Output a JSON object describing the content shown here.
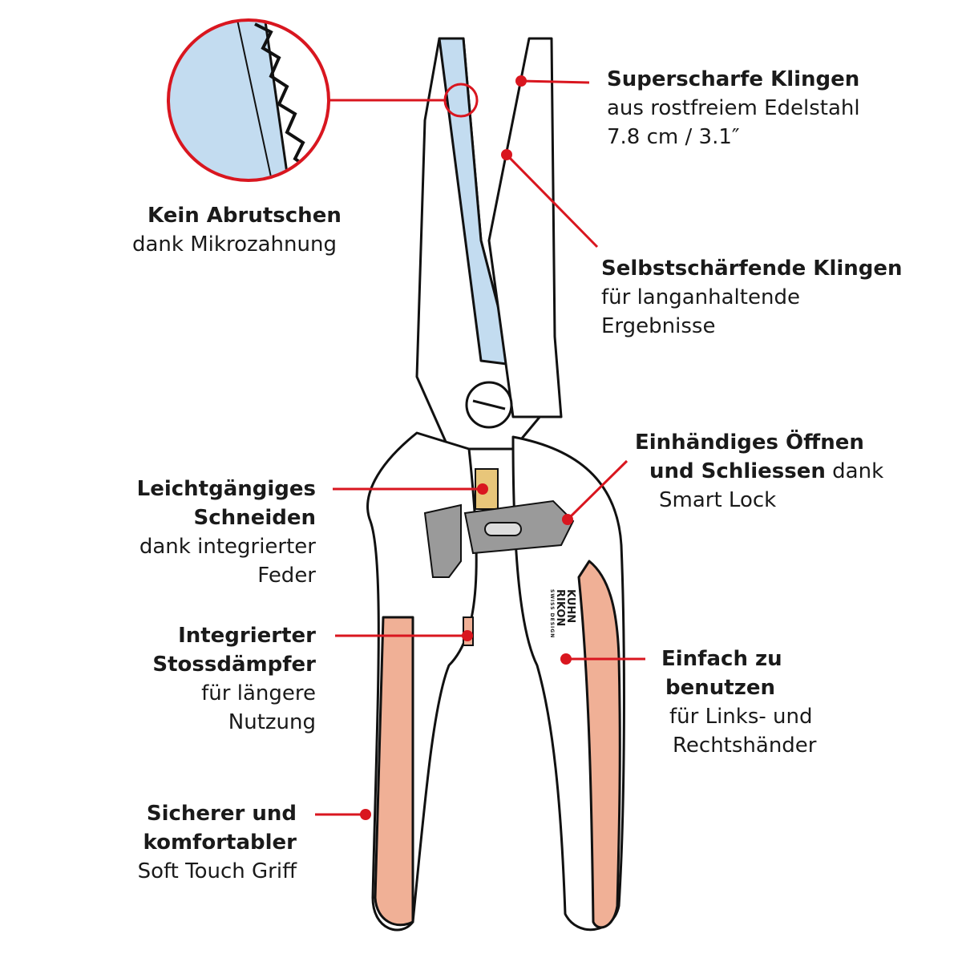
{
  "colors": {
    "accent": "#d9161f",
    "blade_blue": "#c3dcf0",
    "grip": "#f0b096",
    "spring": "#e8c67a",
    "lock_gray": "#9a9a9a"
  },
  "logo": {
    "brand_line1": "KUHN",
    "brand_line2": "RIKON",
    "tagline": "SWISS DESIGN"
  },
  "callouts": {
    "blades": {
      "title": "Superscharfe Klingen",
      "line2": "aus rostfreiem Edelstahl",
      "line3": "7.8 cm / 3.1″"
    },
    "serration": {
      "title": "Kein Abrutschen",
      "line2": "dank Mikrozahnung"
    },
    "self_sharpening": {
      "title": "Selbstschärfende Klingen",
      "line2": "für langanhaltende",
      "line3": "Ergebnisse"
    },
    "one_hand": {
      "title1": "Einhändiges Öffnen",
      "title2": "und Schliessen",
      "title2_suffix": " dank",
      "line3": "Smart Lock"
    },
    "spring": {
      "title1": "Leichtgängiges",
      "title2": "Schneiden",
      "line3": "dank integrierter",
      "line4": "Feder"
    },
    "damper": {
      "title1": "Integrierter",
      "title2": "Stossdämpfer",
      "line3": "für längere",
      "line4": "Nutzung"
    },
    "easy_use": {
      "title1": "Einfach zu",
      "title2": "benutzen",
      "line3": "für Links- und",
      "line4": "Rechtshänder"
    },
    "grip": {
      "title1": "Sicherer und",
      "title2": "komfortabler",
      "line3": "Soft Touch Griff"
    }
  }
}
